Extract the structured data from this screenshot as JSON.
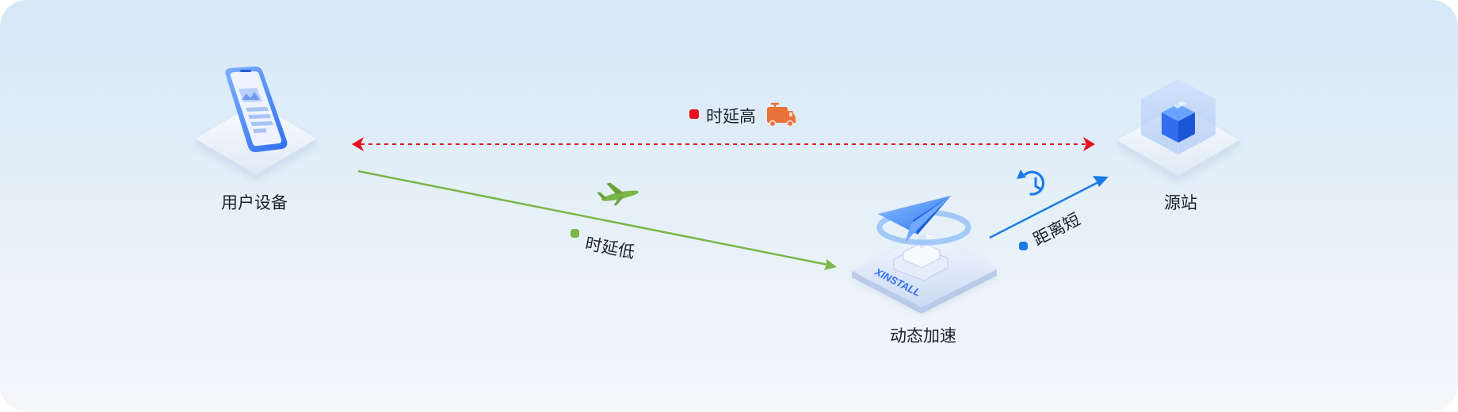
{
  "nodes": {
    "user_device": "用户设备",
    "origin": "源站",
    "dynamic_accel": "动态加速"
  },
  "links": {
    "high_latency": "时延高",
    "low_latency": "时延低",
    "short_distance": "距离短"
  },
  "brand": "XINSTALL",
  "colors": {
    "high_latency": "#e8101a",
    "low_latency": "#7ab648",
    "short_distance": "#1a7ae8",
    "truck": "#e8733a"
  },
  "icons": [
    "phone-icon",
    "box-icon",
    "paper-plane-icon",
    "truck-icon",
    "airplane-icon",
    "history-icon"
  ]
}
